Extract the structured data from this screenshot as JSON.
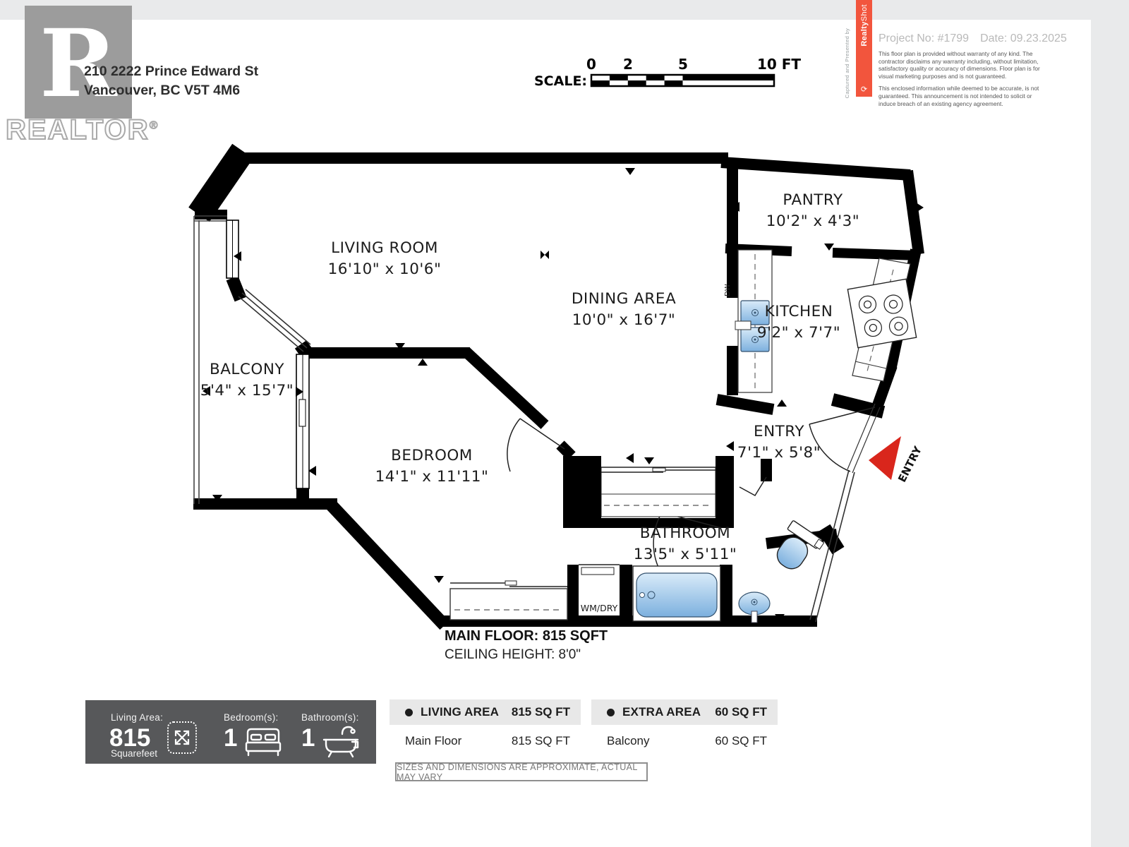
{
  "page": {
    "address_line1": "210 2222 Prince Edward St",
    "address_line2": "Vancouver, BC V5T 4M6"
  },
  "logo": {
    "letter": "R",
    "word": "REALTOR",
    "reg": "®"
  },
  "scale_bar": {
    "label": "SCALE:",
    "ticks": [
      "0",
      "2",
      "5",
      "10 FT"
    ]
  },
  "provider": {
    "caption_vertical": "Captured and Presented by",
    "brand_bold": "Realty",
    "brand_light": "Shot",
    "logo_icon": "⟳",
    "project_no": "Project No: #1799",
    "date": "Date: 09.23.2025",
    "disclaimer_1": "This floor plan is provided without warranty of any kind. The contractor disclaims any warranty including, without limitation, satisfactory quality or accuracy of dimensions. Floor plan is for visual marketing purposes and is not guaranteed.",
    "disclaimer_2": "This enclosed information while deemed to be accurate, is not guaranteed. This announcement is not intended to solicit or induce breach of an existing agency agreement."
  },
  "floor_plan": {
    "rooms": {
      "living": {
        "name": "LIVING ROOM",
        "dims": "16'10\" x 10'6\""
      },
      "dining": {
        "name": "DINING AREA",
        "dims": "10'0\" x 16'7\""
      },
      "pantry": {
        "name": "PANTRY",
        "dims": "10'2\" x 4'3\""
      },
      "kitchen": {
        "name": "KITCHEN",
        "dims": "9'2\" x 7'7\""
      },
      "balcony": {
        "name": "BALCONY",
        "dims": "5'4\" x 15'7\""
      },
      "bedroom": {
        "name": "BEDROOM",
        "dims": "14'1\" x 11'11\""
      },
      "entry": {
        "name": "ENTRY",
        "dims": "7'1\" x 5'8\""
      },
      "bathroom": {
        "name": "BATHROOM",
        "dims": "13'5\" x 5'11\""
      }
    },
    "labels": {
      "wm_dry": "WM/DRY",
      "dw": "DW",
      "entry_arrow": "ENTRY"
    },
    "notes": {
      "line1": "MAIN FLOOR: 815 SQFT",
      "line2": "CEILING HEIGHT: 8'0\""
    }
  },
  "summary_box": {
    "living_area_label": "Living Area:",
    "living_area_value": "815",
    "living_area_unit": "Squarefeet",
    "bedrooms_label": "Bedroom(s):",
    "bedrooms_value": "1",
    "bathrooms_label": "Bathroom(s):",
    "bathrooms_value": "1"
  },
  "area_tables": [
    {
      "header": "LIVING AREA",
      "header_value": "815 SQ FT",
      "rows": [
        {
          "label": "Main Floor",
          "value": "815 SQ FT"
        }
      ]
    },
    {
      "header": "EXTRA AREA",
      "header_value": "60 SQ FT",
      "rows": [
        {
          "label": "Balcony",
          "value": "60 SQ FT"
        }
      ]
    }
  ],
  "footer_note": "SIZES AND DIMENSIONS ARE APPROXIMATE, ACTUAL MAY VARY",
  "colors": {
    "accent_orange": "#f2553d",
    "entry_arrow_red": "#d9261c",
    "fixture_blue": "#8cb8e2",
    "dark_panel": "#57585a",
    "table_header_bg": "#e8e8e8",
    "page_frame": "#e9eaeb",
    "wall": "#000000"
  }
}
